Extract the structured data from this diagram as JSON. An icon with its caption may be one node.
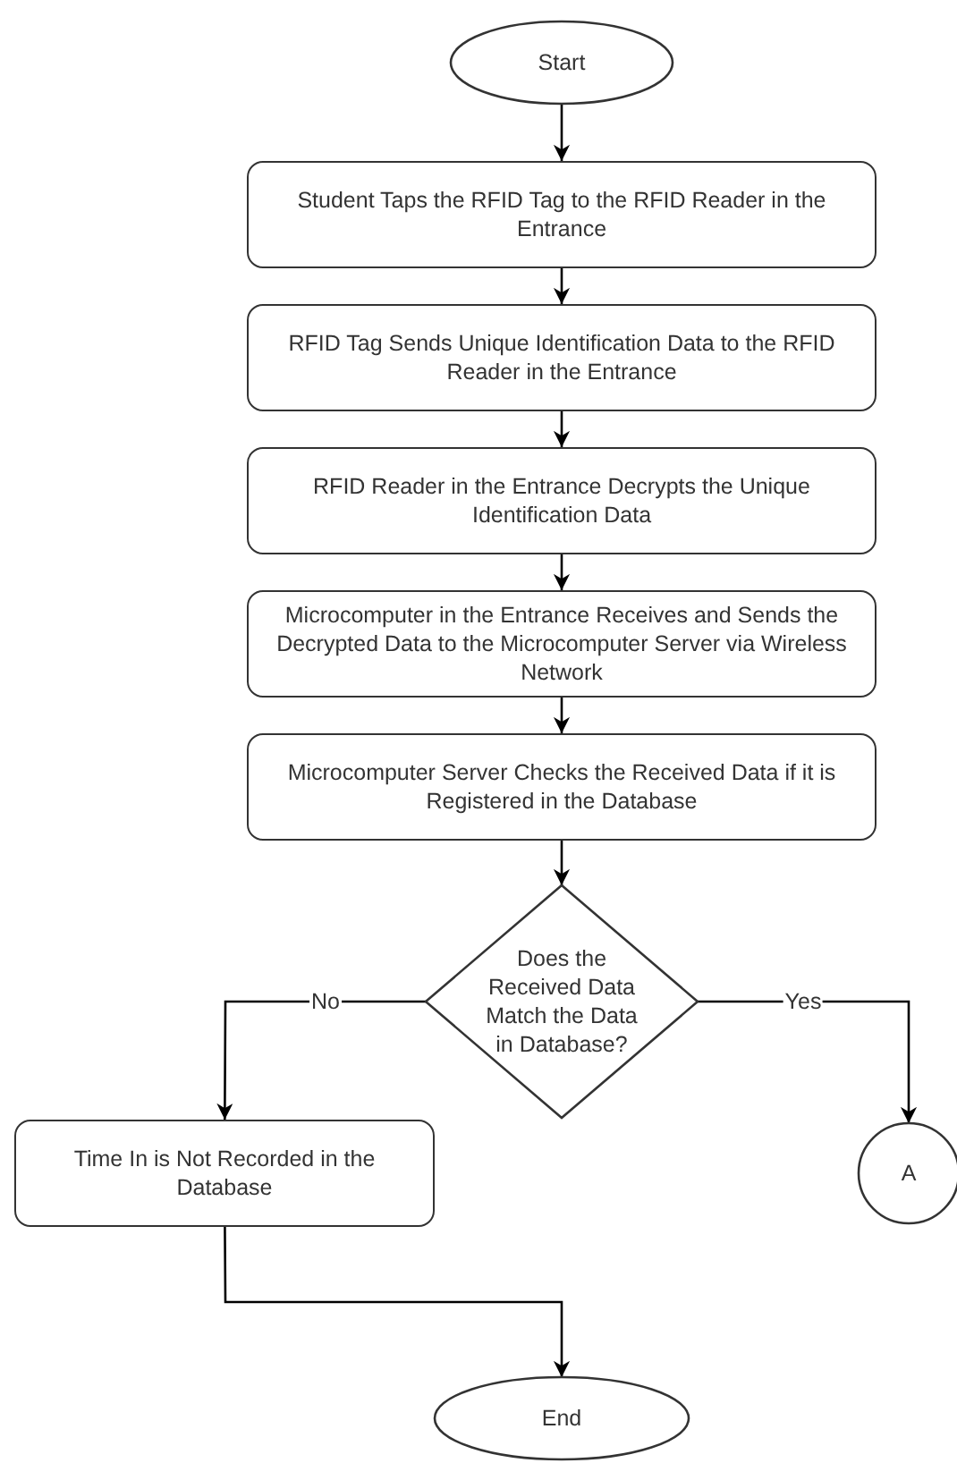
{
  "diagram": {
    "nodes": [
      {
        "text": [
          "Start"
        ]
      },
      {
        "text": [
          "Student Taps the RFID Tag to the RFID Reader in the Entrance"
        ]
      },
      {
        "text": [
          "RFID Tag Sends Unique Identification Data to the RFID Reader in the Entrance"
        ]
      },
      {
        "text": [
          "RFID Reader in the Entrance Decrypts the Unique Identification Data"
        ]
      },
      {
        "text": [
          "Microcomputer in the Entrance Receives and Sends the Decrypted Data to the Microcomputer Server via Wireless Network"
        ]
      },
      {
        "text": [
          "Microcomputer Server Checks the Received Data if it is Registered in the Database"
        ]
      },
      {
        "text": [
          "Does the Received Data Match the Data in Database?"
        ]
      },
      {
        "text": [
          "Time In is Not Recorded in the Database"
        ]
      },
      {
        "text": [
          "A"
        ]
      },
      {
        "text": [
          "End"
        ]
      }
    ],
    "edges": [
      {
        "from": 0,
        "to": 1,
        "arrow": "to"
      },
      {
        "from": 1,
        "to": 2,
        "arrow": "to"
      },
      {
        "from": 2,
        "to": 3,
        "arrow": "to"
      },
      {
        "from": 3,
        "to": 4,
        "arrow": "to"
      },
      {
        "from": 4,
        "to": 5,
        "arrow": "to"
      },
      {
        "from": 5,
        "to": 6,
        "arrow": "to"
      },
      {
        "from": 6,
        "to": 7,
        "label": "No",
        "arrow": "to"
      },
      {
        "from": 6,
        "to": 8,
        "label": "Yes",
        "arrow": "to"
      },
      {
        "from": 7,
        "to": 9,
        "arrow": "to"
      }
    ]
  }
}
